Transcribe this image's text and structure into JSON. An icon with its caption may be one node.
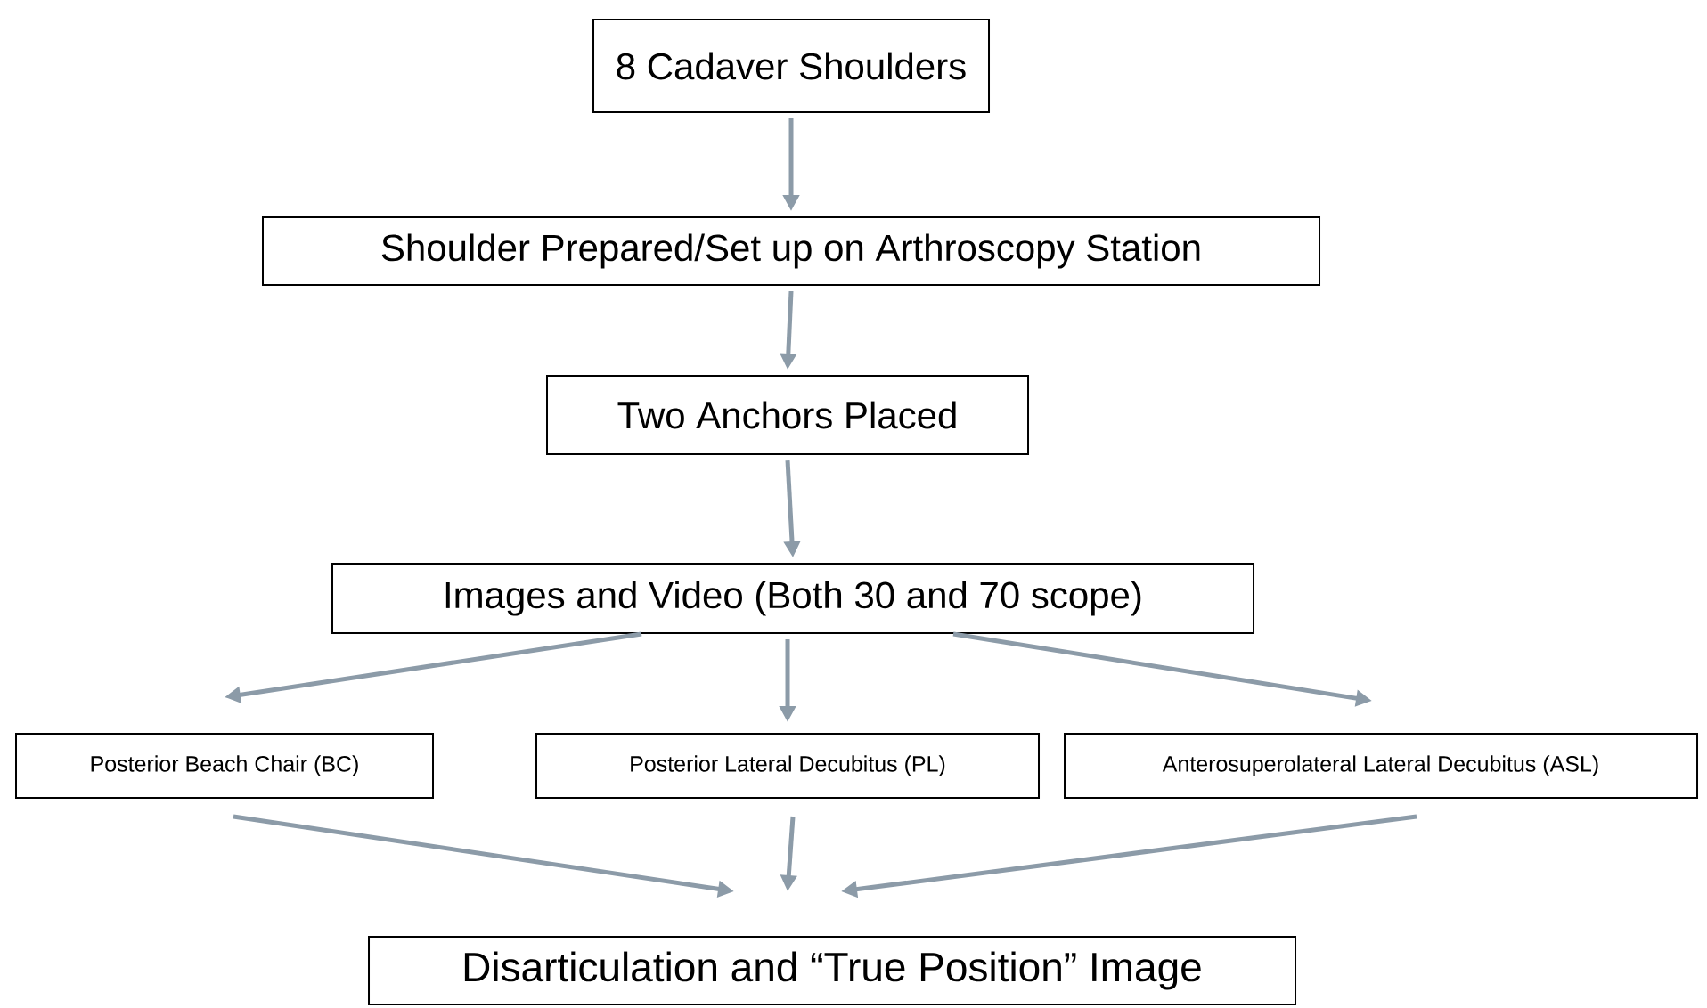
{
  "diagram": {
    "nodes": [
      {
        "text": [
          "8 Cadaver Shoulders"
        ]
      },
      {
        "text": [
          "Shoulder Prepared/Set up on Arthroscopy Station"
        ]
      },
      {
        "text": [
          "Two Anchors Placed"
        ]
      },
      {
        "text": [
          "Images and Video (Both 30 and 70 scope)"
        ]
      },
      {
        "text": [
          "Posterior Beach Chair (BC)"
        ]
      },
      {
        "text": [
          "Posterior Lateral Decubitus (PL)"
        ]
      },
      {
        "text": [
          "Anterosuperolateral Lateral Decubitus (ASL)"
        ]
      },
      {
        "text": [
          "Disarticulation and “True Position” Image"
        ]
      }
    ],
    "edges": [
      {
        "from": 0,
        "to": 1,
        "arrow": "to"
      },
      {
        "from": 1,
        "to": 2,
        "arrow": "to"
      },
      {
        "from": 2,
        "to": 3,
        "arrow": "to"
      },
      {
        "from": 3,
        "to": 4,
        "arrow": "to"
      },
      {
        "from": 3,
        "to": 5,
        "arrow": "to"
      },
      {
        "from": 3,
        "to": 6,
        "arrow": "to"
      },
      {
        "from": 4,
        "to": 7,
        "arrow": "to"
      },
      {
        "from": 5,
        "to": 7,
        "arrow": "to"
      },
      {
        "from": 6,
        "to": 7,
        "arrow": "to"
      }
    ]
  }
}
